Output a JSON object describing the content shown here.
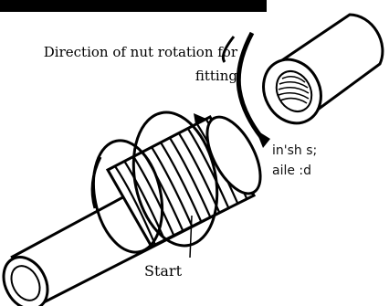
{
  "labels": {
    "direction": "Direction of nut rotation for fitting",
    "finished_end_line1": "in'sh s;",
    "finished_end_line2": "aile :d",
    "start": "Start"
  }
}
